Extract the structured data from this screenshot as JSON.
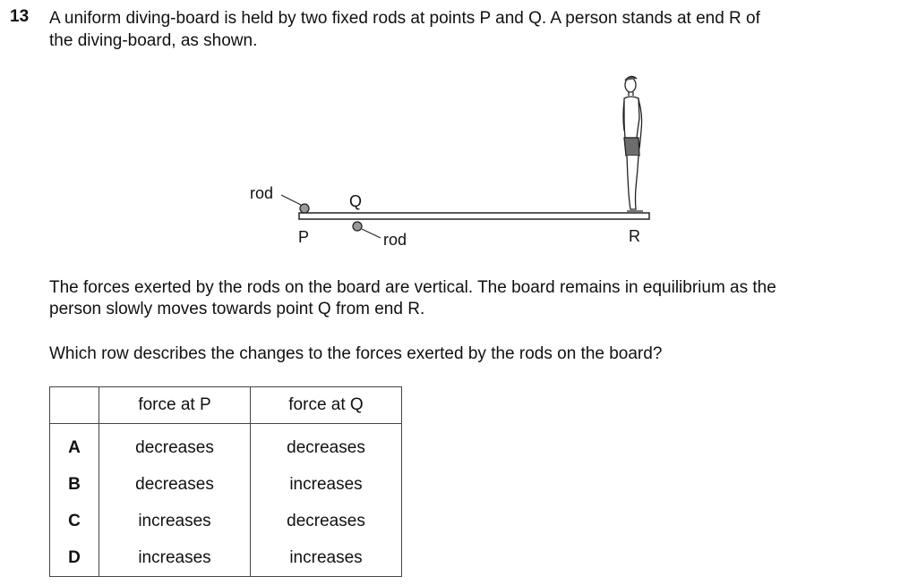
{
  "question": {
    "number": "13",
    "intro_line1": "A uniform diving-board is held by two fixed rods at points P and Q. A person stands at end R of",
    "intro_line2": "the diving-board, as shown.",
    "body_line1": "The forces exerted by the rods on the board are vertical. The board remains in equilibrium as the",
    "body_line2": "person slowly moves towards point Q from end R.",
    "prompt": "Which row describes the changes to the forces exerted by the rods on the board?"
  },
  "figure": {
    "label_rod_left": "rod",
    "label_rod_right": "rod",
    "label_p": "P",
    "label_q": "Q",
    "label_r": "R"
  },
  "table": {
    "headers": [
      "",
      "force at P",
      "force at Q"
    ],
    "rows": [
      {
        "letter": "A",
        "force_p": "decreases",
        "force_q": "decreases"
      },
      {
        "letter": "B",
        "force_p": "decreases",
        "force_q": "increases"
      },
      {
        "letter": "C",
        "force_p": "increases",
        "force_q": "decreases"
      },
      {
        "letter": "D",
        "force_p": "increases",
        "force_q": "increases"
      }
    ]
  }
}
